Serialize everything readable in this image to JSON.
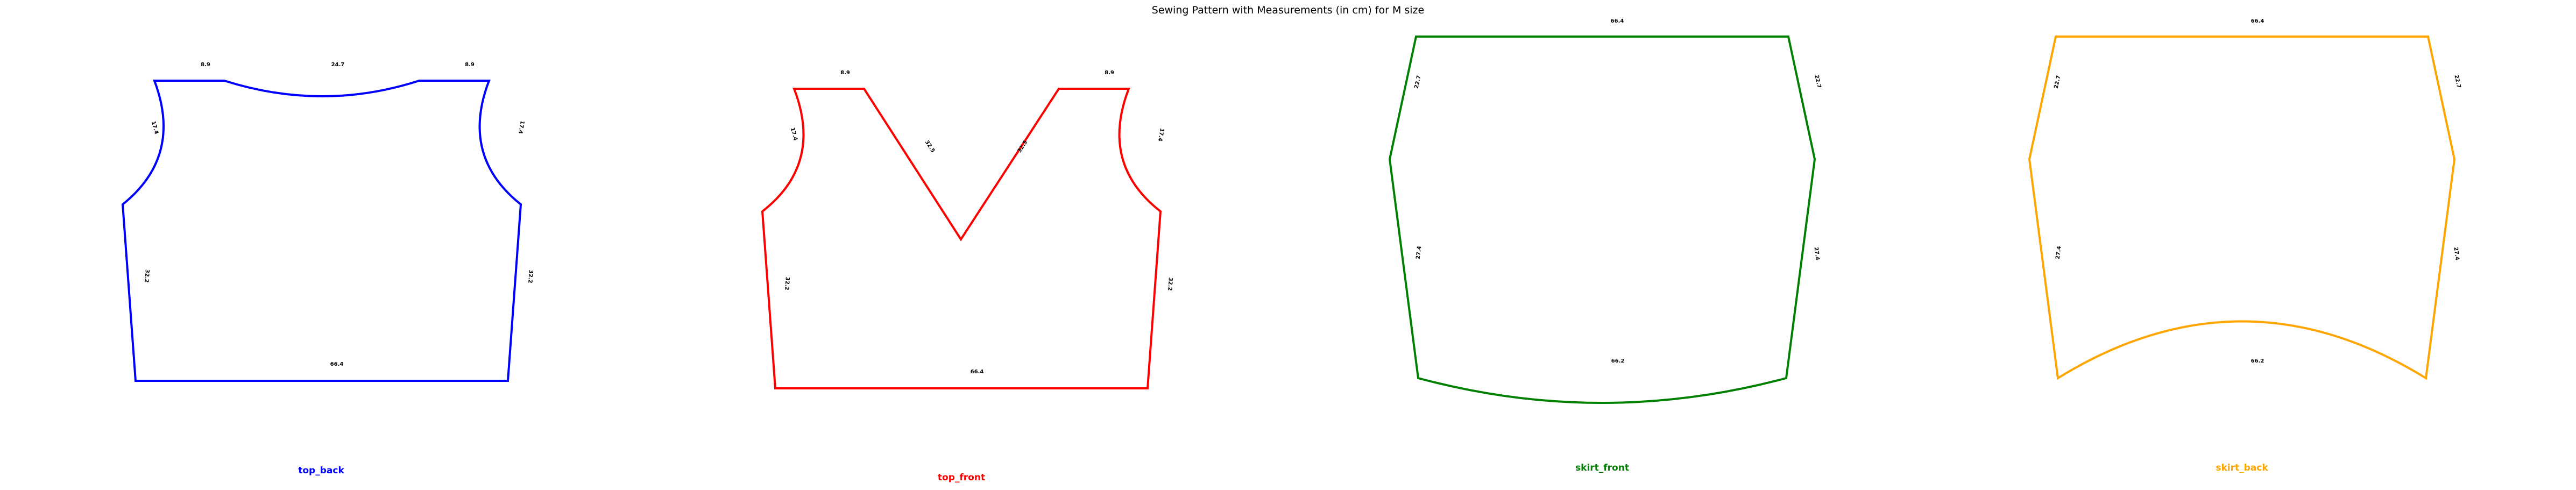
{
  "title": "Sewing Pattern with Measurements (in cm) for M size",
  "pieces": [
    {
      "id": "top_back",
      "label": "top_back",
      "color": "#0000ff",
      "measurements": {
        "shoulder_left": "8.9",
        "neckline": "24.7",
        "shoulder_right": "8.9",
        "armhole_left": "17.4",
        "armhole_right": "17.4",
        "side_left": "32.2",
        "side_right": "32.2",
        "hem": "66.4"
      }
    },
    {
      "id": "top_front",
      "label": "top_front",
      "color": "#ff0000",
      "measurements": {
        "shoulder_left": "8.9",
        "shoulder_right": "8.9",
        "neckline_left": "32.5",
        "neckline_right": "32.5",
        "armhole_left": "17.4",
        "armhole_right": "17.4",
        "side_left": "32.2",
        "side_right": "32.2",
        "hem": "66.4"
      }
    },
    {
      "id": "skirt_front",
      "label": "skirt_front",
      "color": "#008000",
      "measurements": {
        "waist": "66.4",
        "hip_left": "22.7",
        "hip_right": "22.7",
        "side_left": "27.4",
        "side_right": "27.4",
        "hem": "66.2"
      }
    },
    {
      "id": "skirt_back",
      "label": "skirt_back",
      "color": "#ffa500",
      "measurements": {
        "waist": "66.4",
        "hip_left": "22.7",
        "hip_right": "22.7",
        "side_left": "27.4",
        "side_right": "27.4",
        "hem": "66.2"
      }
    }
  ]
}
